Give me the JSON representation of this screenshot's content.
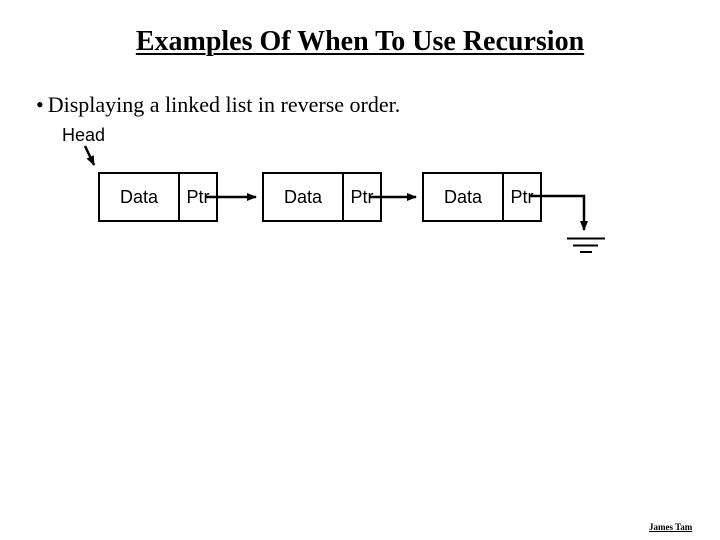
{
  "slide": {
    "title": "Examples Of When To Use Recursion",
    "bullet": {
      "glyph": "•",
      "text": "Displaying a linked list in reverse order."
    },
    "attribution": "James Tam"
  },
  "diagram": {
    "head_label": "Head",
    "nodes": [
      {
        "data_label": "Data",
        "ptr_label": "Ptr"
      },
      {
        "data_label": "Data",
        "ptr_label": "Ptr"
      },
      {
        "data_label": "Data",
        "ptr_label": "Ptr"
      }
    ],
    "null_terminator_icon": "ground-icon"
  },
  "colors": {
    "background": "#ffffff",
    "text": "#000000",
    "line": "#000000"
  }
}
